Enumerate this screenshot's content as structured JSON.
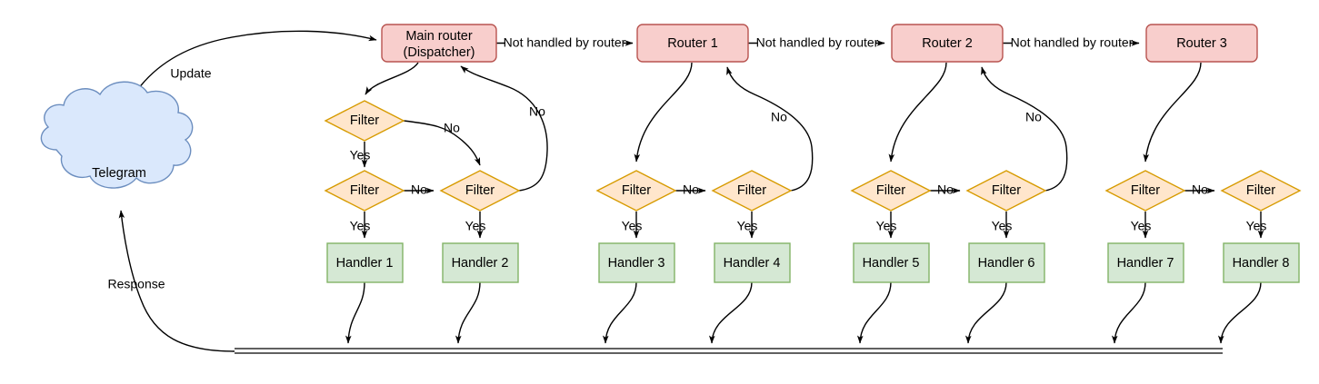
{
  "diagram": {
    "title": "Telegram bot update dispatching flow",
    "colors": {
      "router_fill": "#f8cecc",
      "router_stroke": "#b85450",
      "filter_fill": "#ffe6cc",
      "filter_stroke": "#d79b00",
      "handler_fill": "#d5e8d4",
      "handler_stroke": "#82b366",
      "cloud_fill": "#dae8fc",
      "cloud_stroke": "#6c8ebf",
      "edge_stroke": "#000000",
      "background": "#ffffff"
    },
    "cloud": {
      "label": "Telegram"
    },
    "routers": [
      {
        "id": "main-router",
        "line1": "Main router",
        "line2": "(Dispatcher)"
      },
      {
        "id": "router-1",
        "line1": "Router 1",
        "line2": ""
      },
      {
        "id": "router-2",
        "line1": "Router 2",
        "line2": ""
      },
      {
        "id": "router-3",
        "line1": "Router 3",
        "line2": ""
      }
    ],
    "filters": [
      {
        "id": "filter-top-0",
        "label": "Filter"
      },
      {
        "id": "filter-a-0",
        "label": "Filter"
      },
      {
        "id": "filter-b-0",
        "label": "Filter"
      },
      {
        "id": "filter-a-1",
        "label": "Filter"
      },
      {
        "id": "filter-b-1",
        "label": "Filter"
      },
      {
        "id": "filter-a-2",
        "label": "Filter"
      },
      {
        "id": "filter-b-2",
        "label": "Filter"
      },
      {
        "id": "filter-a-3",
        "label": "Filter"
      },
      {
        "id": "filter-b-3",
        "label": "Filter"
      }
    ],
    "handlers": [
      {
        "id": "handler-1",
        "label": "Handler 1"
      },
      {
        "id": "handler-2",
        "label": "Handler 2"
      },
      {
        "id": "handler-3",
        "label": "Handler 3"
      },
      {
        "id": "handler-4",
        "label": "Handler 4"
      },
      {
        "id": "handler-5",
        "label": "Handler 5"
      },
      {
        "id": "handler-6",
        "label": "Handler 6"
      },
      {
        "id": "handler-7",
        "label": "Handler 7"
      },
      {
        "id": "handler-8",
        "label": "Handler 8"
      }
    ],
    "edge_labels": {
      "update": "Update",
      "response": "Response",
      "not_handled_1": "Not handled by router",
      "not_handled_2": "Not handled by router",
      "not_handled_3": "Not handled by router",
      "yes": "Yes",
      "no": "No",
      "yes_top_0": "Yes",
      "no_top_0": "No",
      "no_back_0": "No",
      "no_mid_0": "No",
      "yes_a_0": "Yes",
      "yes_b_0": "Yes",
      "no_mid_1": "No",
      "no_back_1": "No",
      "yes_a_1": "Yes",
      "yes_b_1": "Yes",
      "no_mid_2": "No",
      "no_back_2": "No",
      "yes_a_2": "Yes",
      "yes_b_2": "Yes",
      "no_mid_3": "No",
      "yes_a_3": "Yes",
      "yes_b_3": "Yes"
    }
  }
}
